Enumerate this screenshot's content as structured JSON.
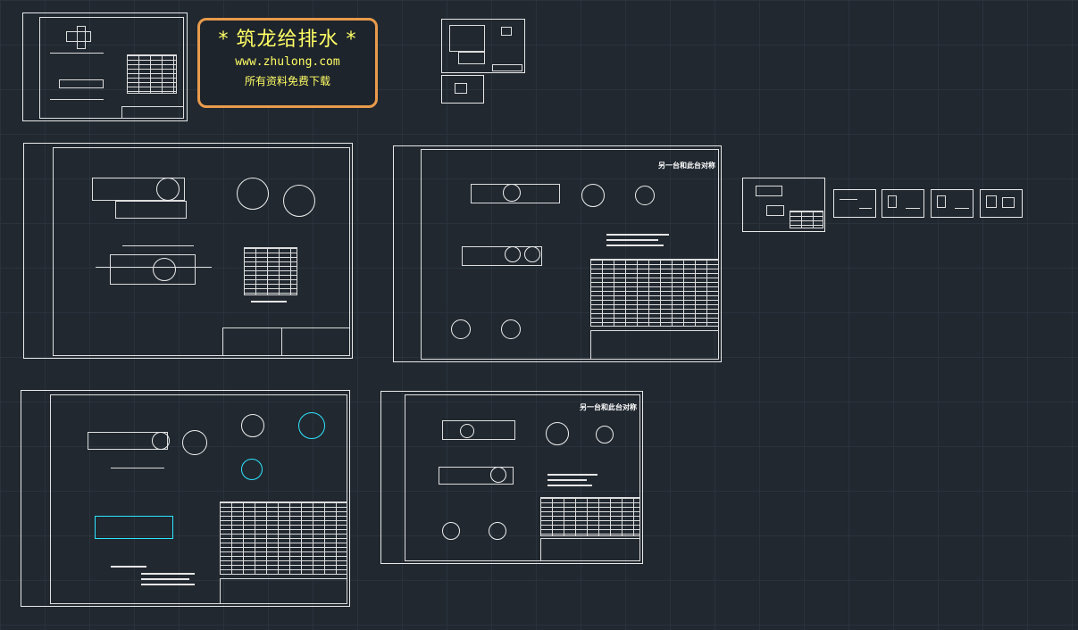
{
  "watermark": {
    "title": "* 筑龙给排水 *",
    "url": "www.zhulong.com",
    "note": "所有资料免费下载"
  },
  "sheets": {
    "sheet_5_title": "另一台和此台对称",
    "sheet_7_title": "另一台和此台对称"
  },
  "colors": {
    "background": "#212830",
    "grid": "#2a323c",
    "linework": "#e8e8e8",
    "watermark_border": "#e89b4c",
    "watermark_text": "#ffff66",
    "accent_cyan": "#2ee6ff"
  }
}
